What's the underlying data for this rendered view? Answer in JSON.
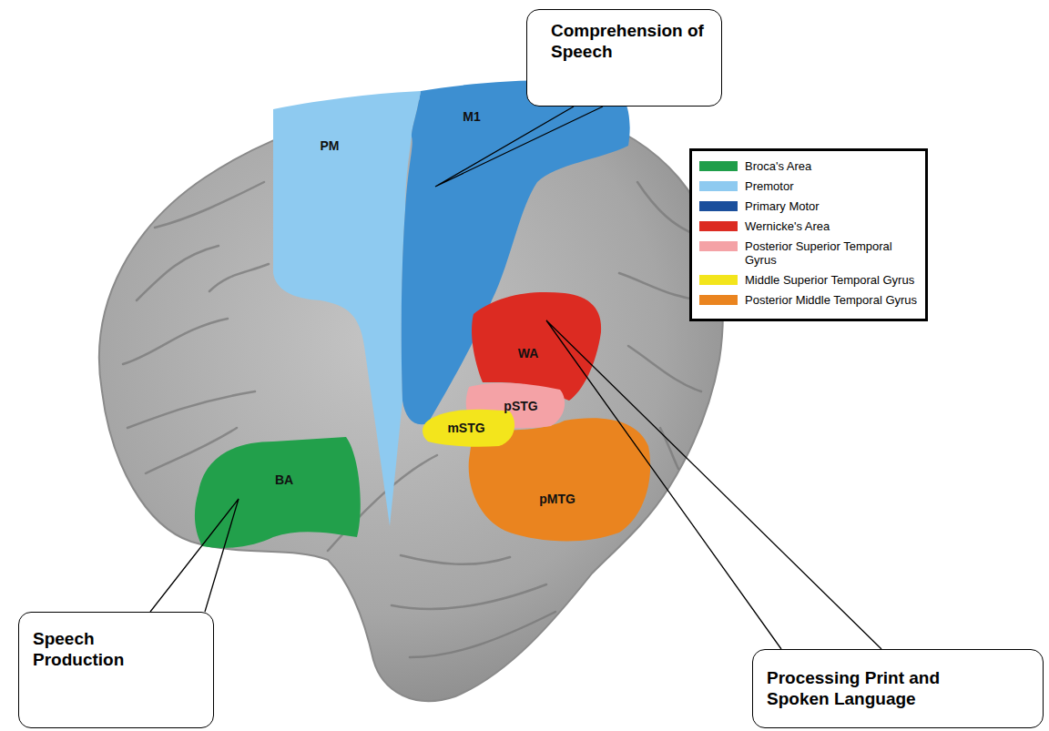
{
  "diagram": {
    "nodes": [
      {
        "text": [
          "Comprehension of Speech"
        ]
      },
      {
        "text": [
          "Speech Production"
        ]
      },
      {
        "text": [
          "Processing Print and Spoken Language"
        ]
      }
    ],
    "labels": [
      "PM",
      "M1",
      "WA",
      "BA",
      "pSTG",
      "mSTG",
      "pMTG"
    ],
    "legend": [
      {
        "text": "Broca's Area",
        "color": "#1f9e4a"
      },
      {
        "text": "Premotor",
        "color": "#8ecaf0"
      },
      {
        "text": "Primary Motor",
        "color": "#1b4f9c"
      },
      {
        "text": "Wernicke's Area",
        "color": "#dc2b22"
      },
      {
        "text": "Posterior Superior Temporal Gyrus",
        "color": "#f4a2a6"
      },
      {
        "text": "Middle Superior Temporal Gyrus",
        "color": "#f3e51c"
      },
      {
        "text": "Posterior Middle Temporal Gyrus",
        "color": "#ea841f"
      }
    ]
  }
}
